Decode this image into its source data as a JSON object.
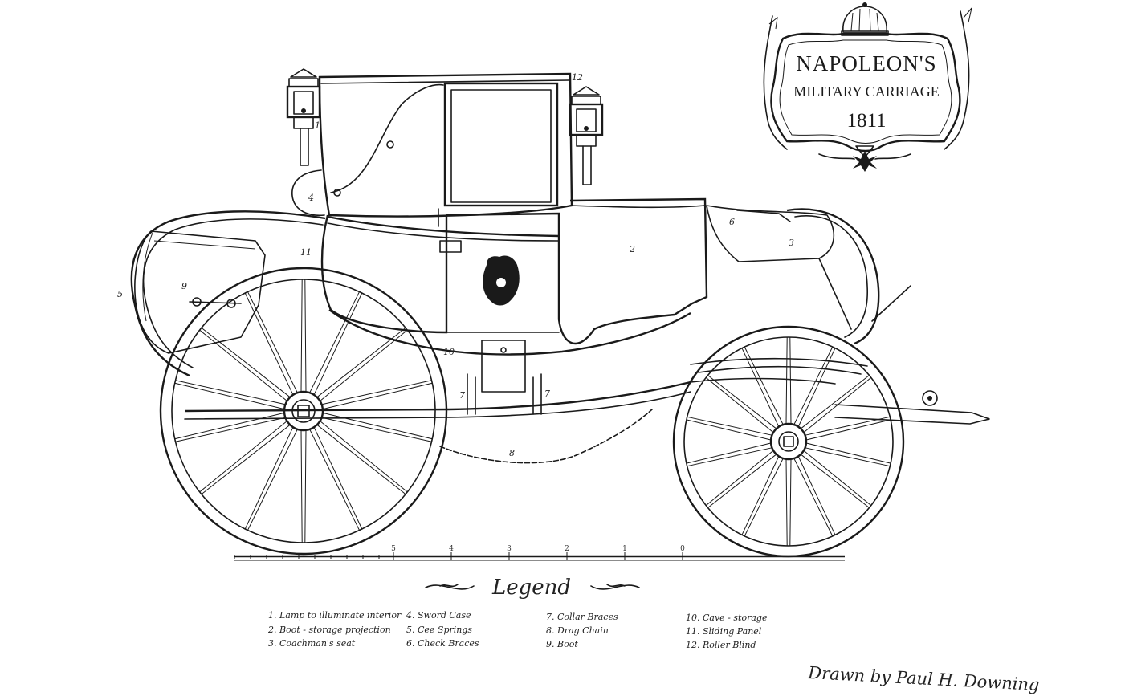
{
  "title": {
    "line1": "NAPOLEON'S",
    "line2": "MILITARY CARRIAGE",
    "year": "1811"
  },
  "callouts": [
    "1",
    "2",
    "3",
    "4",
    "5",
    "6",
    "7",
    "7",
    "8",
    "9",
    "10",
    "11",
    "12"
  ],
  "scale": {
    "ticks": [
      "5",
      "4",
      "3",
      "2",
      "1",
      "0"
    ]
  },
  "legend": {
    "heading": "Legend",
    "columns": [
      [
        "1. Lamp to illuminate interior",
        "2. Boot - storage projection",
        "3. Coachman's seat"
      ],
      [
        "4. Sword Case",
        "5. Cee Springs",
        "6. Check Braces"
      ],
      [
        "7. Collar Braces",
        "8. Drag Chain",
        "9. Boot"
      ],
      [
        "10. Cave - storage",
        "11. Sliding Panel",
        "12. Roller Blind"
      ]
    ]
  },
  "signature": "Drawn by Paul H. Downing"
}
